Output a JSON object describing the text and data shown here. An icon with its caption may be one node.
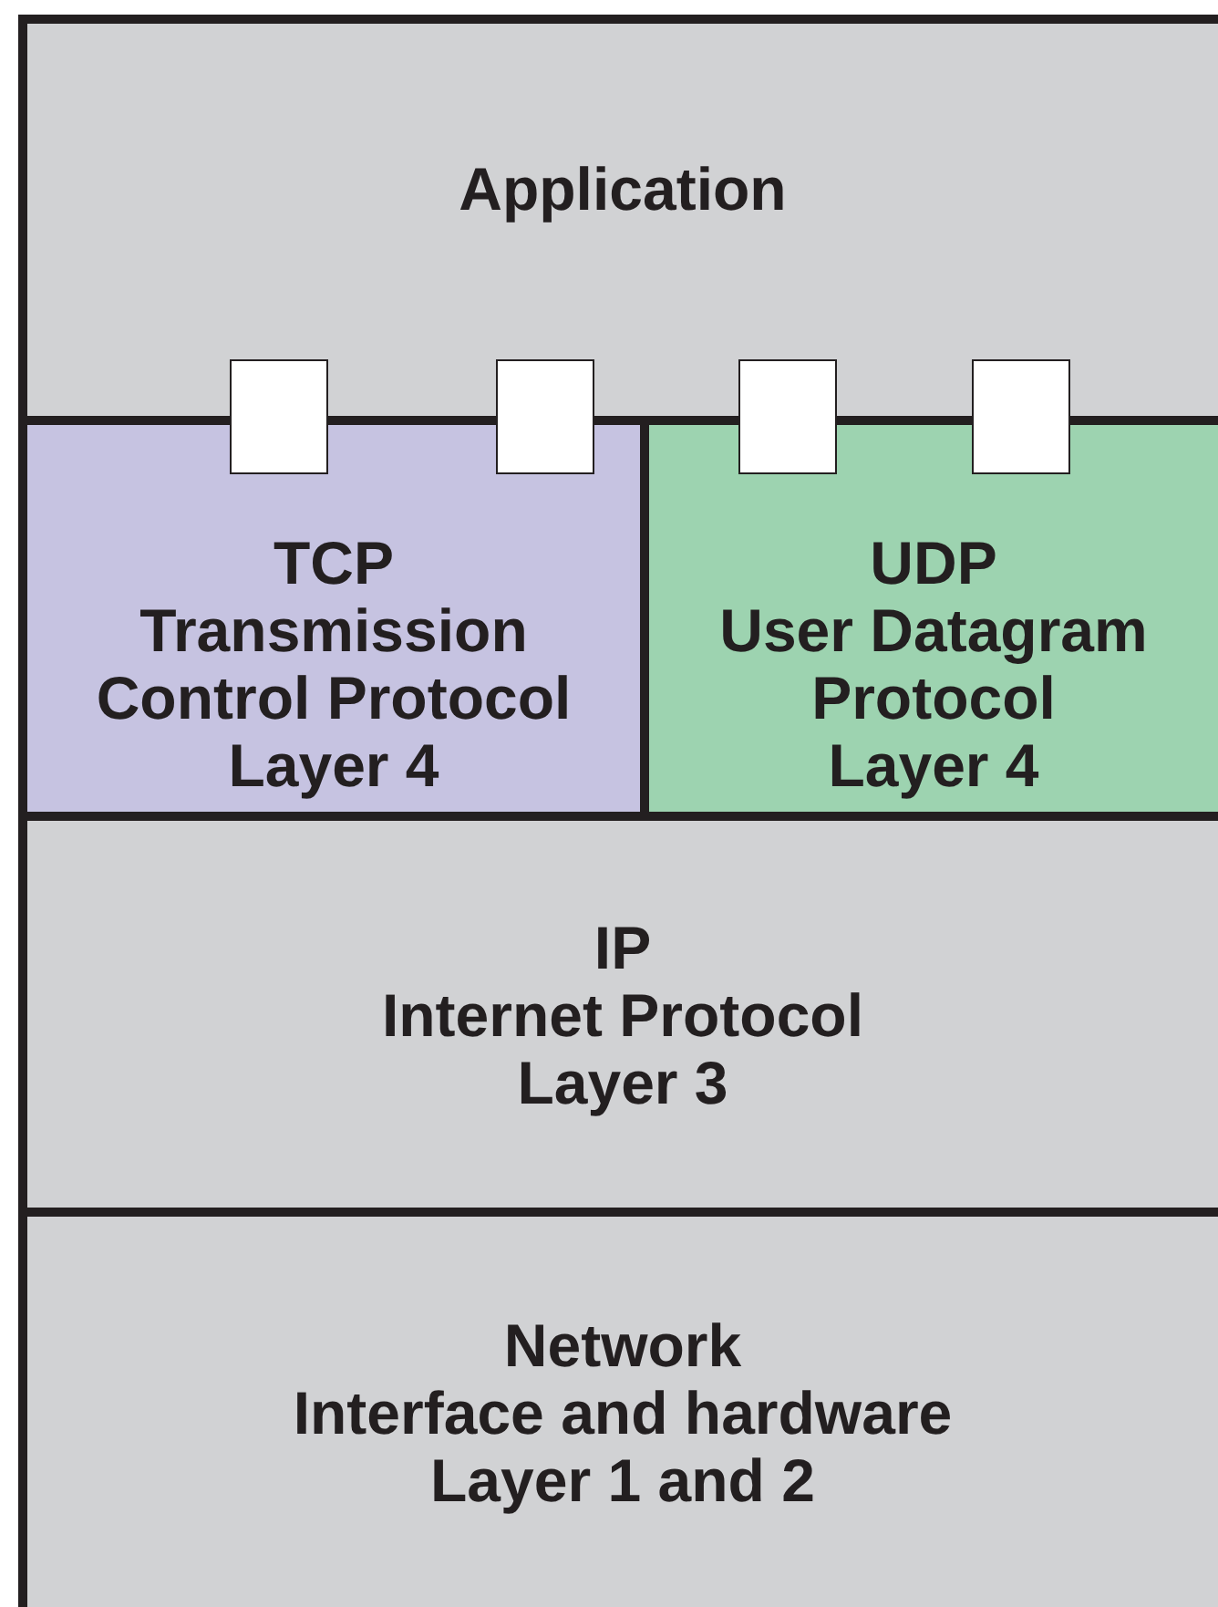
{
  "diagram": {
    "nodes": [
      {
        "text": [
          "Application"
        ]
      },
      {
        "text": [],
        "shape": "box"
      },
      {
        "text": [],
        "shape": "box"
      },
      {
        "text": [],
        "shape": "box"
      },
      {
        "text": [],
        "shape": "box"
      },
      {
        "text": [
          "TCP",
          "Transmission Control Protocol",
          "Layer 4"
        ]
      },
      {
        "text": [
          "UDP",
          "User Datagram Protocol",
          "Layer 4"
        ]
      },
      {
        "text": [
          "IP",
          "Internet Protocol",
          "Layer 3"
        ]
      },
      {
        "text": [
          "Network",
          "Interface and hardware",
          "Layer 1 and 2"
        ]
      }
    ]
  }
}
